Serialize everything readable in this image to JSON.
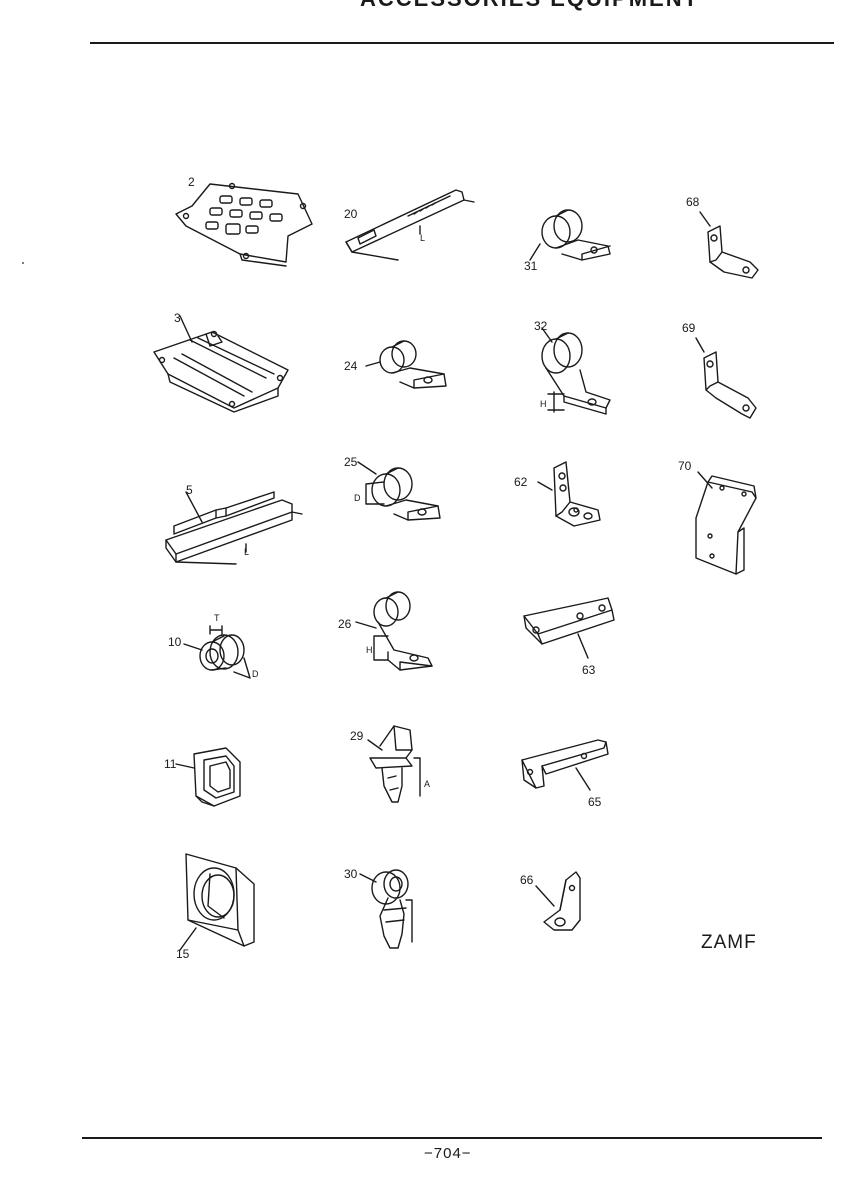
{
  "header": {
    "title": "ACCESSORIES EQUIPMENT"
  },
  "footer": {
    "page_number": "−704−"
  },
  "watermark": {
    "text": "ZAMF"
  },
  "parts": [
    {
      "id": "2",
      "icon": "perforated-mounting-plate-icon"
    },
    {
      "id": "20",
      "icon": "cable-strap-icon",
      "dim": "L"
    },
    {
      "id": "31",
      "icon": "cable-clamp-icon"
    },
    {
      "id": "68",
      "icon": "offset-bracket-icon"
    },
    {
      "id": "3",
      "icon": "ribbed-mounting-plate-icon"
    },
    {
      "id": "24",
      "icon": "cable-clamp-icon"
    },
    {
      "id": "32",
      "icon": "cable-clamp-tall-icon",
      "dim": "H"
    },
    {
      "id": "69",
      "icon": "offset-bracket-icon"
    },
    {
      "id": "5",
      "icon": "cable-channel-icon",
      "dim": "L"
    },
    {
      "id": "25",
      "icon": "cable-clamp-icon",
      "dim": "D"
    },
    {
      "id": "62",
      "icon": "angle-bracket-icon"
    },
    {
      "id": "70",
      "icon": "wide-bracket-icon"
    },
    {
      "id": "10",
      "icon": "grommet-icon",
      "dim": "T",
      "dim2": "D"
    },
    {
      "id": "26",
      "icon": "cable-clamp-icon",
      "dim": "H"
    },
    {
      "id": "63",
      "icon": "angle-bracket-icon"
    },
    {
      "id": "11",
      "icon": "square-grommet-icon"
    },
    {
      "id": "29",
      "icon": "push-clip-icon",
      "dim": "A"
    },
    {
      "id": "65",
      "icon": "angle-bracket-icon"
    },
    {
      "id": "15",
      "icon": "round-grommet-icon"
    },
    {
      "id": "30",
      "icon": "ring-push-clip-icon"
    },
    {
      "id": "66",
      "icon": "small-angle-bracket-icon"
    }
  ]
}
